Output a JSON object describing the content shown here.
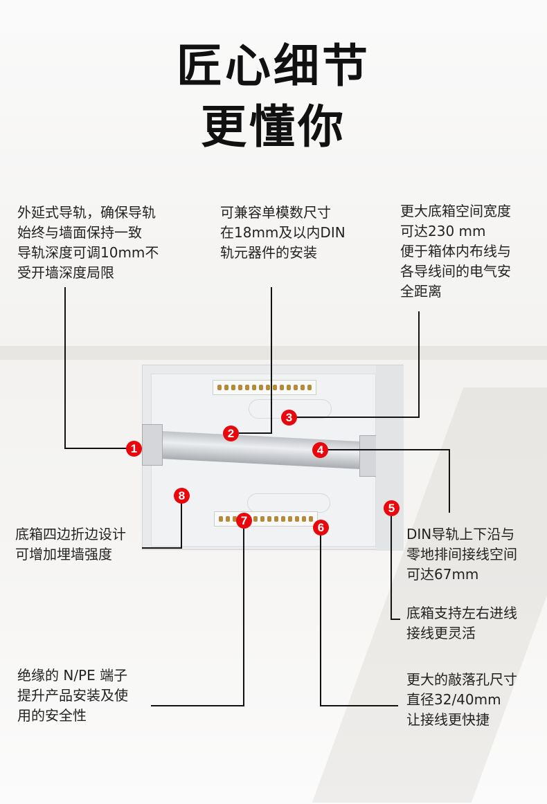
{
  "title": {
    "line1": "匠心细节",
    "line2": "更懂你"
  },
  "callouts": [
    {
      "number": "1",
      "lines": [
        "外延式导轨，确保导轨",
        "始终与墙面保持一致",
        "导轨深度可调10mm不",
        "受开墙深度局限"
      ]
    },
    {
      "number": "2",
      "lines": [
        "可兼容单模数尺寸",
        "在18mm及以内DIN",
        "轨元器件的安装"
      ]
    },
    {
      "number": "3",
      "lines": [
        "更大底箱空间宽度",
        "可达230 mm",
        "便于箱体内布线与",
        "各导线间的电气安",
        "全距离"
      ]
    },
    {
      "number": "4",
      "lines": [
        "DIN导轨上下沿与",
        "零地排间接线空间",
        "可达67mm"
      ]
    },
    {
      "number": "5",
      "lines": [
        "底箱支持左右进线",
        "接线更灵活"
      ]
    },
    {
      "number": "6",
      "lines": [
        "更大的敲落孔尺寸",
        "直径32/40mm",
        "让接线更快捷"
      ]
    },
    {
      "number": "7",
      "lines": [
        "绝缘的 N/PE 端子",
        "提升产品安装及使",
        "用的安全性"
      ]
    },
    {
      "number": "8",
      "lines": [
        "底箱四边折边设计",
        "可增加埋墙强度"
      ]
    }
  ],
  "colors": {
    "marker": "#e8070d",
    "line": "#111111"
  }
}
